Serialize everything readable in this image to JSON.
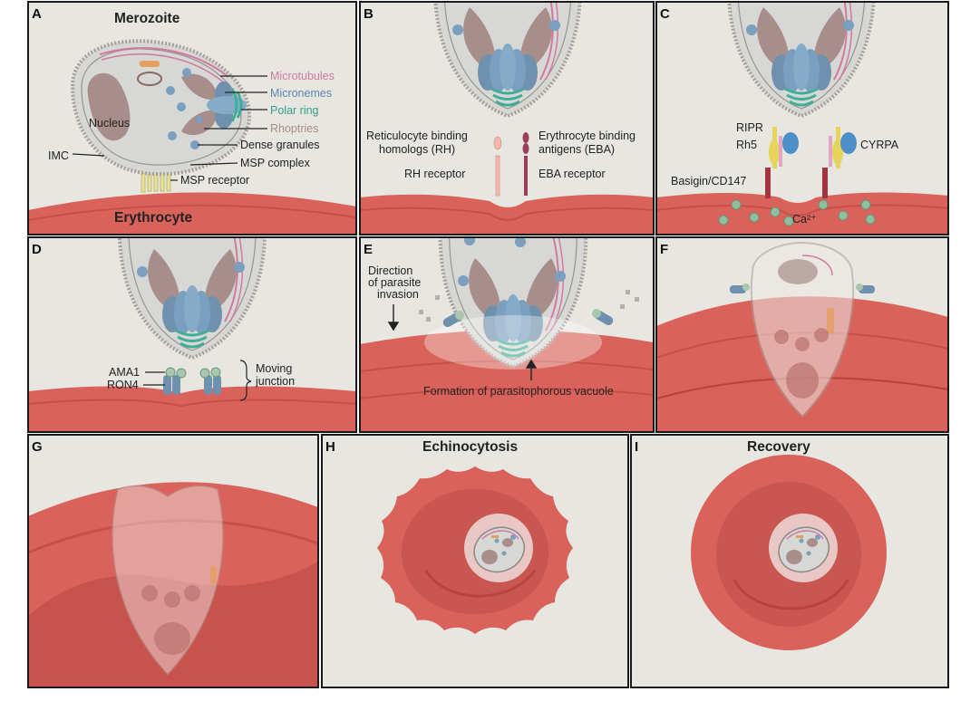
{
  "colors": {
    "background": "#e8e6e0",
    "erythrocyte": "#d9625a",
    "erythrocyte_dark": "#b8443e",
    "merozoite_body": "#d7d8d6",
    "merozoite_edge": "#a79f9a",
    "rhoptry": "#a88e8a",
    "microneme": "#7a9fbf",
    "polar_ring": "#3fae98",
    "microtubule": "#d07aa0",
    "calcium": "#8fbf9f"
  },
  "panels": {
    "A": {
      "letter": "A",
      "title_top": "Merozoite",
      "title_bottom": "Erythrocyte",
      "labels": {
        "microtubules": "Microtubules",
        "micronemes": "Micronemes",
        "polar_ring": "Polar ring",
        "rhoptries": "Rhoptries",
        "dense_granules": "Dense granules",
        "msp_complex": "MSP complex",
        "msp_receptor": "MSP receptor",
        "nucleus": "Nucleus",
        "imc": "IMC"
      }
    },
    "B": {
      "letter": "B",
      "rh_line1": "Reticulocyte binding",
      "rh_line2": "homologs (RH)",
      "eba_line1": "Erythrocyte binding",
      "eba_line2": "antigens (EBA)",
      "rh_receptor": "RH receptor",
      "eba_receptor": "EBA receptor"
    },
    "C": {
      "letter": "C",
      "ripr": "RIPR",
      "rh5": "Rh5",
      "cyrpa": "CYRPA",
      "basigin": "Basigin/CD147",
      "calcium": "Ca²⁺"
    },
    "D": {
      "letter": "D",
      "ama1": "AMA1",
      "ron4": "RON4",
      "moving_line1": "Moving",
      "moving_line2": "junction"
    },
    "E": {
      "letter": "E",
      "direction_line1": "Direction",
      "direction_line2": "of parasite",
      "direction_line3": "invasion",
      "vacuole": "Formation of parasitophorous vacuole"
    },
    "F": {
      "letter": "F"
    },
    "G": {
      "letter": "G"
    },
    "H": {
      "letter": "H",
      "title": "Echinocytosis"
    },
    "I": {
      "letter": "I",
      "title": "Recovery"
    }
  }
}
